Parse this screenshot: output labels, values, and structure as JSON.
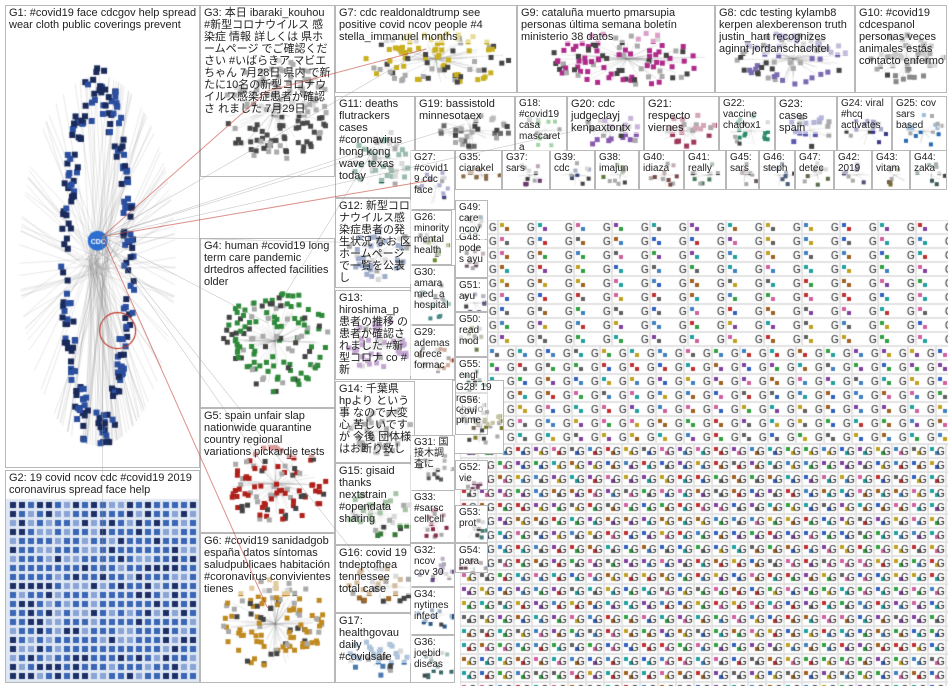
{
  "groups": [
    {
      "id": "G1",
      "text": "G1: #covid19 face cdcgov help spread wear cloth public coverings prevent",
      "kind": "hub-ring",
      "color": "#2b4fa0"
    },
    {
      "id": "G2",
      "text": "G2: 19 covid ncov cdc #covid19 2019 coronavirus spread face help",
      "kind": "grid",
      "color": "#3a66b5"
    },
    {
      "id": "G3",
      "text": "G3: 本日 ibaraki_kouhou #新型コロナウイルス 感染症 情報 詳しくは 県ホームページ でご確認ください #いばらきア マビエちゃん 7月28日 県内 で新たに10名の新型コロナウ イルス感染症患者が確認さ れました 7月29日",
      "kind": "cluster",
      "color": "#4a4a4a"
    },
    {
      "id": "G4",
      "text": "G4: human #covid19 long term care pandemic drtedros affected facilities older",
      "kind": "cluster",
      "color": "#2f8a3a"
    },
    {
      "id": "G5",
      "text": "G5: spain unfair slap nationwide quarantine country regional variations pickardje tests",
      "kind": "cluster",
      "color": "#b0201a"
    },
    {
      "id": "G6",
      "text": "G6: #covid19 sanidadgob españa datos síntomas saludpublicaes habitación #coronavirus convivientes tienes",
      "kind": "cluster",
      "color": "#c08a20"
    },
    {
      "id": "G7",
      "text": "G7: cdc realdonaldtrump see positive covid ncov people #4 stella_immanuel months",
      "kind": "cluster",
      "color": "#c9b020"
    },
    {
      "id": "G8",
      "text": "G8: cdc testing kylamb8 kerpen alexberenson truth justin_hart recognizes aginnt jordanschachtel",
      "kind": "cluster",
      "color": "#7a6ab0"
    },
    {
      "id": "G9",
      "text": "G9: cataluña muerto pmarsupia personas última semana boletín ministerio 38 datos",
      "kind": "cluster",
      "color": "#b02a8a"
    },
    {
      "id": "G10",
      "text": "G10: #covid19 cdcespanol personas veces animales estás contacto enfermo",
      "kind": "cluster",
      "color": "#888888"
    },
    {
      "id": "G11",
      "text": "G11: deaths flutrackers cases #coronavirus hong kong wave texas today",
      "kind": "cluster",
      "color": "#1e6a4a"
    },
    {
      "id": "G12",
      "text": "G12: 新型コロナウイルス感染症患者の発生状況 なお 区 ホームページで一覧を公表し",
      "kind": "cluster",
      "color": "#2a4a8a"
    },
    {
      "id": "G13",
      "text": "G13: hiroshima_p 患者の推移 の患者が確認されました #新型コロナ co #新",
      "kind": "cluster",
      "color": "#7a3a9a"
    },
    {
      "id": "G14",
      "text": "G14: 千葉県 hpより という事 なので大変心 苦しいですが 今後 団体様 はお断り致し",
      "kind": "cluster",
      "color": "#555555"
    },
    {
      "id": "G15",
      "text": "G15: gisaid thanks nextstrain #opendata sharing",
      "kind": "cluster",
      "color": "#3a7a3a"
    },
    {
      "id": "G16",
      "text": "G16: covid 19 tndeptofhea tennessee total case",
      "kind": "cluster",
      "color": "#a06a2a"
    },
    {
      "id": "G17",
      "text": "G17: healthgovau daily #covidsafe",
      "kind": "cluster",
      "color": "#4a7ab0"
    },
    {
      "id": "G18",
      "text": "G18: #covid19 casa mascareta",
      "kind": "cluster",
      "color": "#3a9a3a"
    },
    {
      "id": "G19",
      "text": "G19: bassistold minnesotaex",
      "kind": "cluster",
      "color": "#6a6a6a"
    },
    {
      "id": "G20",
      "text": "G20: cdc judgeclayj kenpaxtontx",
      "kind": "cluster",
      "color": "#8a5ab0"
    },
    {
      "id": "G21",
      "text": "G21: respecto viernes",
      "kind": "cluster",
      "color": "#a03a5a"
    },
    {
      "id": "G22",
      "text": "G22: vaccine chadox1",
      "kind": "cluster",
      "color": "#2a8a6a"
    },
    {
      "id": "G23",
      "text": "G23: cases spain",
      "kind": "cluster",
      "color": "#5a5ab0"
    },
    {
      "id": "G24",
      "text": "G24: viral #hcq activates",
      "kind": "cluster",
      "color": "#3a3a8a"
    },
    {
      "id": "G25",
      "text": "G25: cov sars based",
      "kind": "cluster",
      "color": "#2a6ab0"
    },
    {
      "id": "G26",
      "text": "G26: minority mental health",
      "kind": "cluster",
      "color": "#6a8a2a"
    },
    {
      "id": "G27",
      "text": "G27: #covid19 cdc face",
      "kind": "cluster",
      "color": "#4a4a9a"
    },
    {
      "id": "G28",
      "text": "G28: 19 ncov chado prime",
      "kind": "cluster",
      "color": "#7a7a2a"
    },
    {
      "id": "G29",
      "text": "G29: ademas ofrece formac",
      "kind": "cluster",
      "color": "#9a4a2a"
    },
    {
      "id": "G30",
      "text": "G30: amara med_a hospital",
      "kind": "cluster",
      "color": "#4a8a8a"
    },
    {
      "id": "G31",
      "text": "G31: 国 接木調 査に",
      "kind": "cluster",
      "color": "#5a5a5a"
    },
    {
      "id": "G32",
      "text": "G32: ncov cov 30",
      "kind": "cluster",
      "color": "#6a4a8a"
    },
    {
      "id": "G33",
      "text": "G33: #sarsc cellcell",
      "kind": "cluster",
      "color": "#8a2a4a"
    },
    {
      "id": "G34",
      "text": "G34: nytimes infect",
      "kind": "cluster",
      "color": "#2a5a8a"
    },
    {
      "id": "G35",
      "text": "G35: ciarakel",
      "kind": "cluster",
      "color": "#8a6a4a"
    },
    {
      "id": "G36",
      "text": "G36: joebid diseas",
      "kind": "cluster",
      "color": "#3a6a6a"
    },
    {
      "id": "G37",
      "text": "G37: sars",
      "kind": "cluster",
      "color": "#6a3a6a"
    },
    {
      "id": "G38",
      "text": "G38: imajun",
      "kind": "cluster",
      "color": "#5a7a3a"
    },
    {
      "id": "G39",
      "text": "G39: cdc",
      "kind": "cluster",
      "color": "#3a4a7a"
    },
    {
      "id": "G40",
      "text": "G40: idiaza",
      "kind": "cluster",
      "color": "#7a4a4a"
    },
    {
      "id": "G41",
      "text": "G41: really",
      "kind": "cluster",
      "color": "#4a7a5a"
    },
    {
      "id": "G42",
      "text": "G42: 2019",
      "kind": "cluster",
      "color": "#5a4a7a"
    },
    {
      "id": "G43",
      "text": "G43: vitam",
      "kind": "cluster",
      "color": "#7a6a3a"
    },
    {
      "id": "G44",
      "text": "G44: zaka",
      "kind": "cluster",
      "color": "#3a5a5a"
    },
    {
      "id": "G45",
      "text": "G45: sars",
      "kind": "cluster",
      "color": "#6a5a5a"
    },
    {
      "id": "G46",
      "text": "G46: steph",
      "kind": "cluster",
      "color": "#4a5a7a"
    },
    {
      "id": "G47",
      "text": "G47: detec",
      "kind": "cluster",
      "color": "#5a6a4a"
    },
    {
      "id": "G48",
      "text": "G48: podes ayu",
      "kind": "cluster",
      "color": "#7a5a6a"
    },
    {
      "id": "G49",
      "text": "G49: care ncov",
      "kind": "cluster",
      "color": "#4a6a7a"
    },
    {
      "id": "G50",
      "text": "G50: read mod",
      "kind": "cluster",
      "color": "#6a7a4a"
    },
    {
      "id": "G51",
      "text": "G51: ayu",
      "kind": "cluster",
      "color": "#5a5a7a"
    },
    {
      "id": "G52",
      "text": "G52: vie",
      "kind": "cluster",
      "color": "#7a4a6a"
    },
    {
      "id": "G53",
      "text": "G53: prot",
      "kind": "cluster",
      "color": "#4a7a7a"
    },
    {
      "id": "G54",
      "text": "G54: para",
      "kind": "cluster",
      "color": "#6a4a5a"
    },
    {
      "id": "G55",
      "text": "G55: engl",
      "kind": "cluster",
      "color": "#5a7a6a"
    },
    {
      "id": "G56",
      "text": "G56: covi",
      "kind": "cluster",
      "color": "#7a6a5a"
    }
  ],
  "colors": {
    "edge": "#9a9a9a",
    "edge_red": "#c0392b",
    "border": "#b8b8b8"
  }
}
